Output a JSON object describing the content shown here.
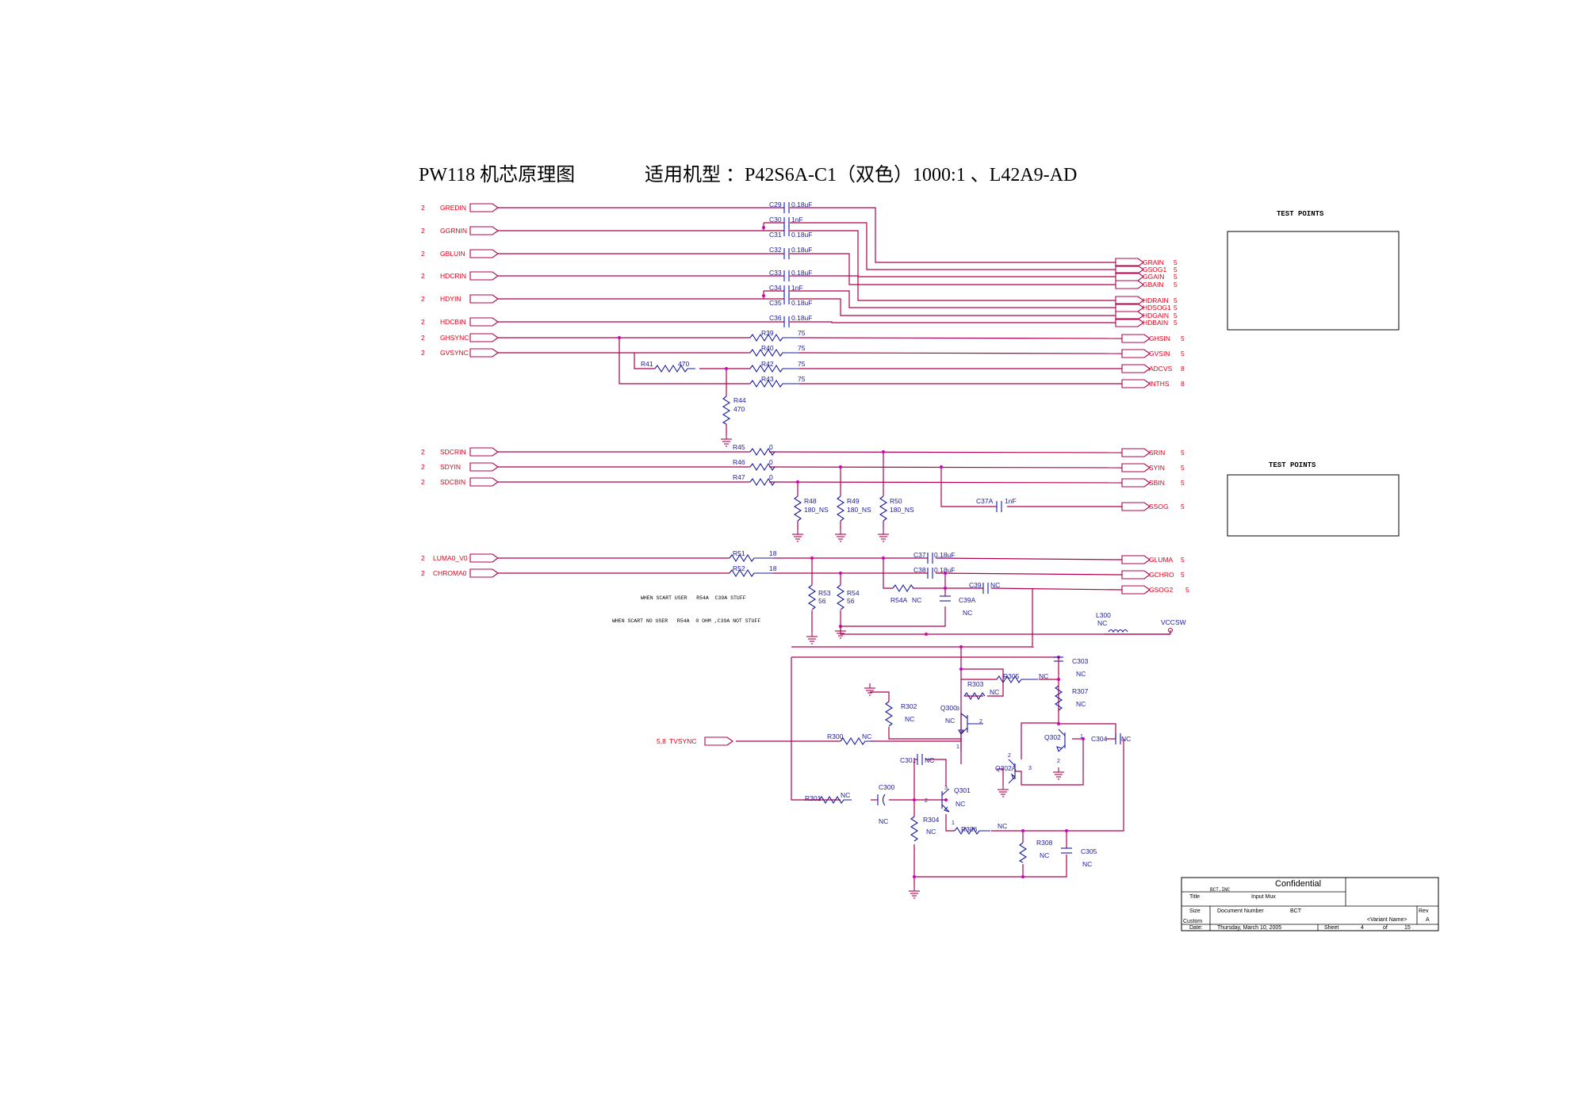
{
  "title": {
    "main": "PW118 机芯原理图",
    "models": "适用机型 ：P42S6A-C1（双色）1000:1 、L42A9-AD"
  },
  "test_points": [
    "TEST POINTS",
    "TEST POINTS"
  ],
  "inputs": [
    {
      "num": "2",
      "name": "GREDIN"
    },
    {
      "num": "2",
      "name": "GGRNIN"
    },
    {
      "num": "2",
      "name": "GBLUIN"
    },
    {
      "num": "2",
      "name": "HDCRIN"
    },
    {
      "num": "2",
      "name": "HDYIN"
    },
    {
      "num": "2",
      "name": "HDCBIN"
    },
    {
      "num": "2",
      "name": "GHSYNC"
    },
    {
      "num": "2",
      "name": "GVSYNC"
    },
    {
      "num": "2",
      "name": "SDCRIN"
    },
    {
      "num": "2",
      "name": "SDYIN"
    },
    {
      "num": "2",
      "name": "SDCBIN"
    },
    {
      "num": "2",
      "name": "LUMA0_V0"
    },
    {
      "num": "2",
      "name": "CHROMA0"
    },
    {
      "num": "5,8",
      "name": "TVSYNC"
    }
  ],
  "outputs": [
    {
      "name": "GRAIN",
      "num": "5"
    },
    {
      "name": "GSOG1",
      "num": "5"
    },
    {
      "name": "GGAIN",
      "num": "5"
    },
    {
      "name": "GBAIN",
      "num": "5"
    },
    {
      "name": "HDRAIN",
      "num": "5"
    },
    {
      "name": "HDSOG1",
      "num": "5"
    },
    {
      "name": "HDGAIN",
      "num": "5"
    },
    {
      "name": "HDBAIN",
      "num": "5"
    },
    {
      "name": "GHSIN",
      "num": "5"
    },
    {
      "name": "GVSIN",
      "num": "5"
    },
    {
      "name": "ADCVS",
      "num": "8"
    },
    {
      "name": "INTHS",
      "num": "8"
    },
    {
      "name": "SRIN",
      "num": "5"
    },
    {
      "name": "SYIN",
      "num": "5"
    },
    {
      "name": "SBIN",
      "num": "5"
    },
    {
      "name": "SSOG",
      "num": "5"
    },
    {
      "name": "GLUMA",
      "num": "5"
    },
    {
      "name": "GCHRO",
      "num": "5"
    },
    {
      "name": "GSOG2",
      "num": "5"
    }
  ],
  "caps": [
    {
      "ref": "C29",
      "val": "0.18uF"
    },
    {
      "ref": "C30",
      "val": "1nF"
    },
    {
      "ref": "C31",
      "val": "0.18uF"
    },
    {
      "ref": "C32",
      "val": "0.18uF"
    },
    {
      "ref": "C33",
      "val": "0.18uF"
    },
    {
      "ref": "C34",
      "val": "1nF"
    },
    {
      "ref": "C35",
      "val": "0.18uF"
    },
    {
      "ref": "C36",
      "val": "0.18uF"
    },
    {
      "ref": "C37A",
      "val": "1nF"
    },
    {
      "ref": "C37",
      "val": "0.18uF"
    },
    {
      "ref": "C38",
      "val": "0.18uF"
    },
    {
      "ref": "C39",
      "val": "NC"
    },
    {
      "ref": "C39A",
      "val": "NC"
    },
    {
      "ref": "C303",
      "val": "NC"
    },
    {
      "ref": "C304",
      "val": "NC"
    },
    {
      "ref": "C301",
      "val": "NC"
    },
    {
      "ref": "C300",
      "val": "NC"
    },
    {
      "ref": "C305",
      "val": "NC"
    }
  ],
  "resistors": [
    {
      "ref": "R39",
      "val": "75"
    },
    {
      "ref": "R40",
      "val": "75"
    },
    {
      "ref": "R41",
      "val": "470"
    },
    {
      "ref": "R42",
      "val": "75"
    },
    {
      "ref": "R43",
      "val": "75"
    },
    {
      "ref": "R44",
      "val": "470"
    },
    {
      "ref": "R45",
      "val": "0"
    },
    {
      "ref": "R46",
      "val": "0"
    },
    {
      "ref": "R47",
      "val": "0"
    },
    {
      "ref": "R48",
      "val": "180_NS"
    },
    {
      "ref": "R49",
      "val": "180_NS"
    },
    {
      "ref": "R50",
      "val": "180_NS"
    },
    {
      "ref": "R51",
      "val": "18"
    },
    {
      "ref": "R52",
      "val": "18"
    },
    {
      "ref": "R53",
      "val": "56"
    },
    {
      "ref": "R54",
      "val": "56"
    },
    {
      "ref": "R54A",
      "val": "NC"
    },
    {
      "ref": "R305",
      "val": "NC"
    },
    {
      "ref": "R303",
      "val": "NC"
    },
    {
      "ref": "R307",
      "val": "NC"
    },
    {
      "ref": "R302",
      "val": "NC"
    },
    {
      "ref": "R300",
      "val": "NC"
    },
    {
      "ref": "R301",
      "val": "NC"
    },
    {
      "ref": "R304",
      "val": "NC"
    },
    {
      "ref": "R306",
      "val": "NC"
    },
    {
      "ref": "R308",
      "val": "NC"
    }
  ],
  "transistors": [
    {
      "ref": "Q300",
      "val": "NC"
    },
    {
      "ref": "Q301",
      "val": "NC"
    },
    {
      "ref": "Q302",
      "val": ""
    },
    {
      "ref": "Q302A",
      "val": ""
    }
  ],
  "inductor": {
    "ref": "L300",
    "val": "NC"
  },
  "power": "VCCSW",
  "notes": [
    "WHEN SCART USER   R54A  C39A STUFF",
    "WHEN SCART NO USER   R54A  0 OHM ,C39A NOT STUFF"
  ],
  "titleblock": {
    "confidential": "Confidential",
    "company": "BCT.INC",
    "title_label": "Title",
    "title": "Input Mux",
    "size_label": "Size",
    "size": "Custom",
    "docnum_label": "Document Number",
    "docnum": "BCT",
    "variant": "<Variant Name>",
    "rev_label": "Rev",
    "rev": "A",
    "date_label": "Date:",
    "date": "Thursday, March 10, 2005",
    "sheet_label": "Sheet",
    "sheet": "4",
    "of_label": "of",
    "of": "15"
  }
}
